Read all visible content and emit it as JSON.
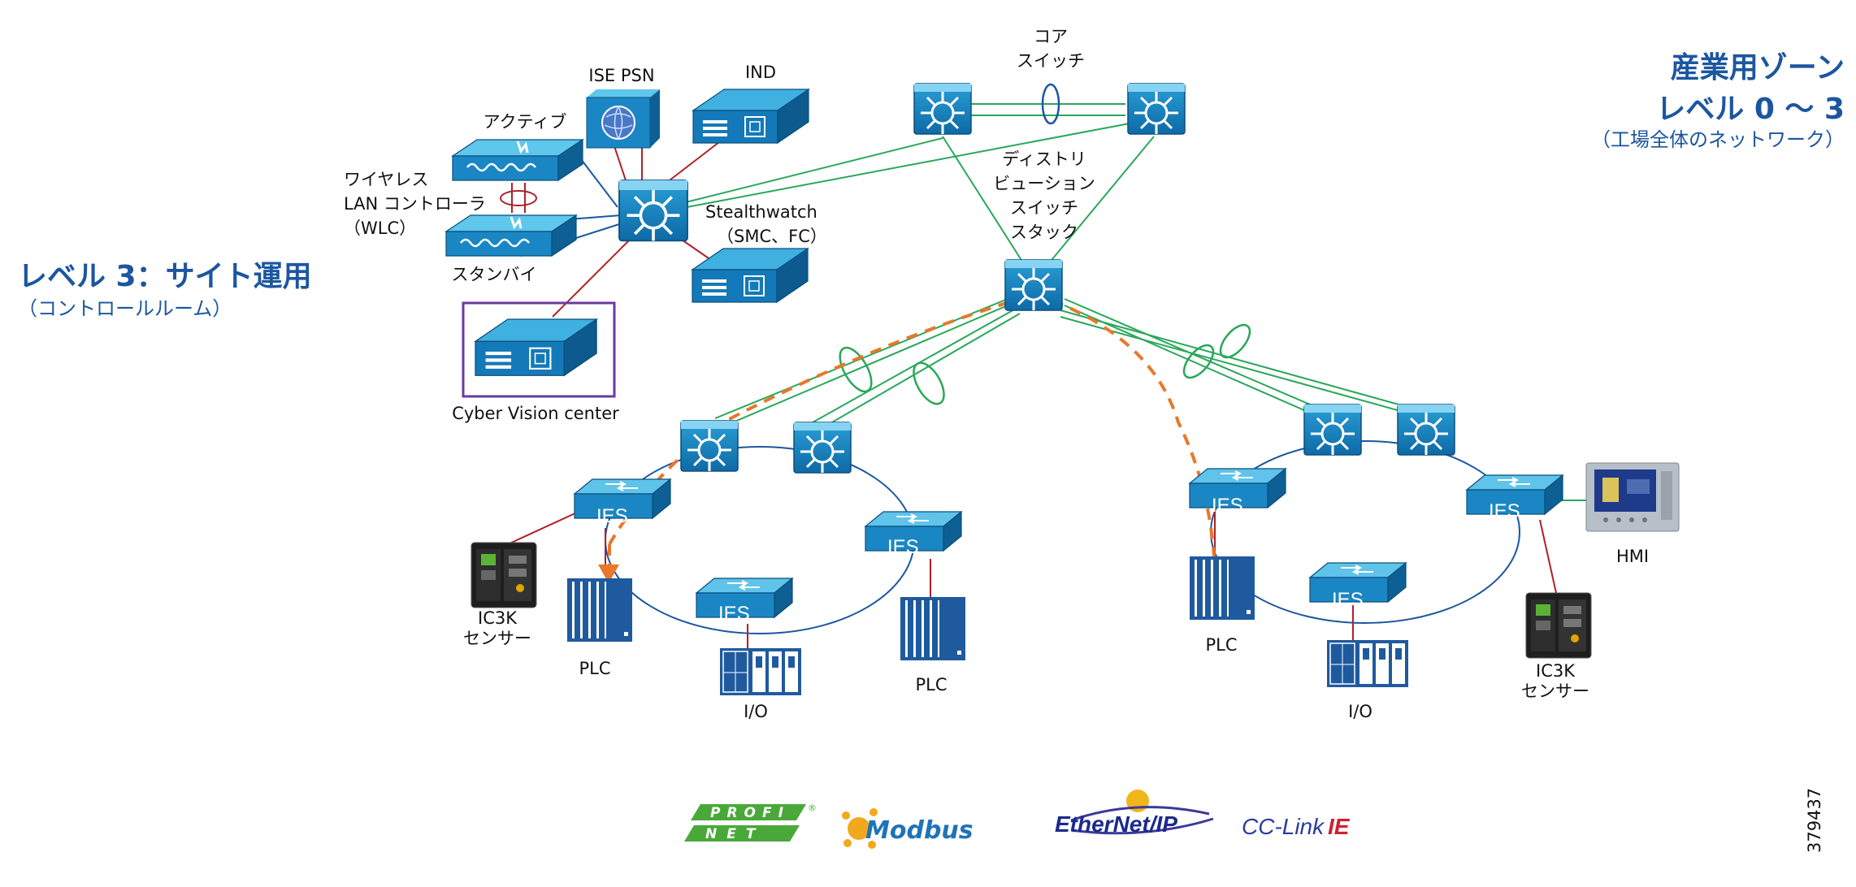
{
  "zones": {
    "industrial": {
      "title_line1": "産業用ゾーン",
      "title_line2": "レベル 0 ～ 3",
      "subtitle": "（工場全体のネットワーク）"
    },
    "level3": {
      "title": "レベル 3：サイト運用",
      "subtitle": "（コントロールルーム）"
    }
  },
  "labels": {
    "core_switch_line1": "コア",
    "core_switch_line2": "スイッチ",
    "ise_psn": "ISE PSN",
    "ind": "IND",
    "active": "アクティブ",
    "wlc_line1": "ワイヤレス",
    "wlc_line2": "LAN コントローラ",
    "wlc_line3": "（WLC）",
    "standby": "スタンバイ",
    "stealthwatch_line1": "Stealthwatch",
    "stealthwatch_line2": "（SMC、FC）",
    "cyber_vision": "Cyber Vision center",
    "distribution_line1": "ディストリ",
    "distribution_line2": "ビューション",
    "distribution_line3": "スイッチ",
    "distribution_line4": "スタック",
    "ies": "IES",
    "ic3k_line1": "IC3K",
    "ic3k_line2": "センサー",
    "plc": "PLC",
    "io": "I/O",
    "hmi": "HMI",
    "figure_number": "379437"
  },
  "protocols": {
    "profinet_top": "PROFI",
    "profinet_bottom": "NET",
    "modbus": "Modbus",
    "ethernet_ip": "EtherNet/IP",
    "cclink": "CC-Link",
    "cclink_ie": "IE"
  },
  "colors": {
    "device_blue": "#1a8fc9",
    "device_dark": "#0f5f8e",
    "zone_text": "#1c56a0",
    "link_green": "#2aa75a",
    "link_red": "#b0202a",
    "ring_blue": "#1c56a0",
    "dash_orange": "#e8782a",
    "highlight_purple": "#6a3aa0"
  },
  "icons": [
    "router-icon",
    "switch-icon",
    "server-appliance-icon",
    "wlc-icon",
    "globe-server-icon",
    "plc-icon",
    "io-module-icon",
    "hmi-panel-icon",
    "ic3k-sensor-icon"
  ]
}
